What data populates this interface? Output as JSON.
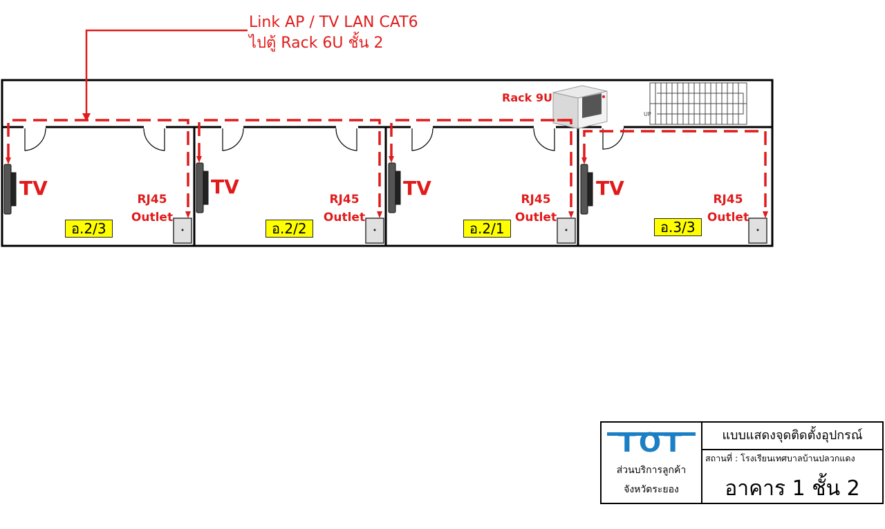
{
  "diagram": {
    "link_note_line1": "Link AP / TV LAN CAT6",
    "link_note_line2": "ไปตู้ Rack 6U ชั้น 2",
    "rack_label": "Rack 9U",
    "stairs_label": "UP",
    "rooms": [
      {
        "name": "อ.2/3",
        "tv": "TV",
        "rj45_line1": "RJ45",
        "rj45_line2": "Outlet"
      },
      {
        "name": "อ.2/2",
        "tv": "TV",
        "rj45_line1": "RJ45",
        "rj45_line2": "Outlet"
      },
      {
        "name": "อ.2/1",
        "tv": "TV",
        "rj45_line1": "RJ45",
        "rj45_line2": "Outlet"
      },
      {
        "name": "อ.3/3",
        "tv": "TV",
        "rj45_line1": "RJ45",
        "rj45_line2": "Outlet"
      }
    ]
  },
  "title_block": {
    "logo_text": "TOT",
    "org_line1": "ส่วนบริการลูกค้า",
    "org_line2": "จังหวัดระยอง",
    "drawing_title": "แบบแสดงจุดติดตั้งอุปกรณ์",
    "location": "สถานที่ : โรงเรียนเทศบาลบ้านปลวกแดง",
    "building": "อาคาร 1 ชั้น 2"
  },
  "colors": {
    "cable": "#e01b1b",
    "room_tag": "#ffff00",
    "logo": "#1a7fc4"
  }
}
